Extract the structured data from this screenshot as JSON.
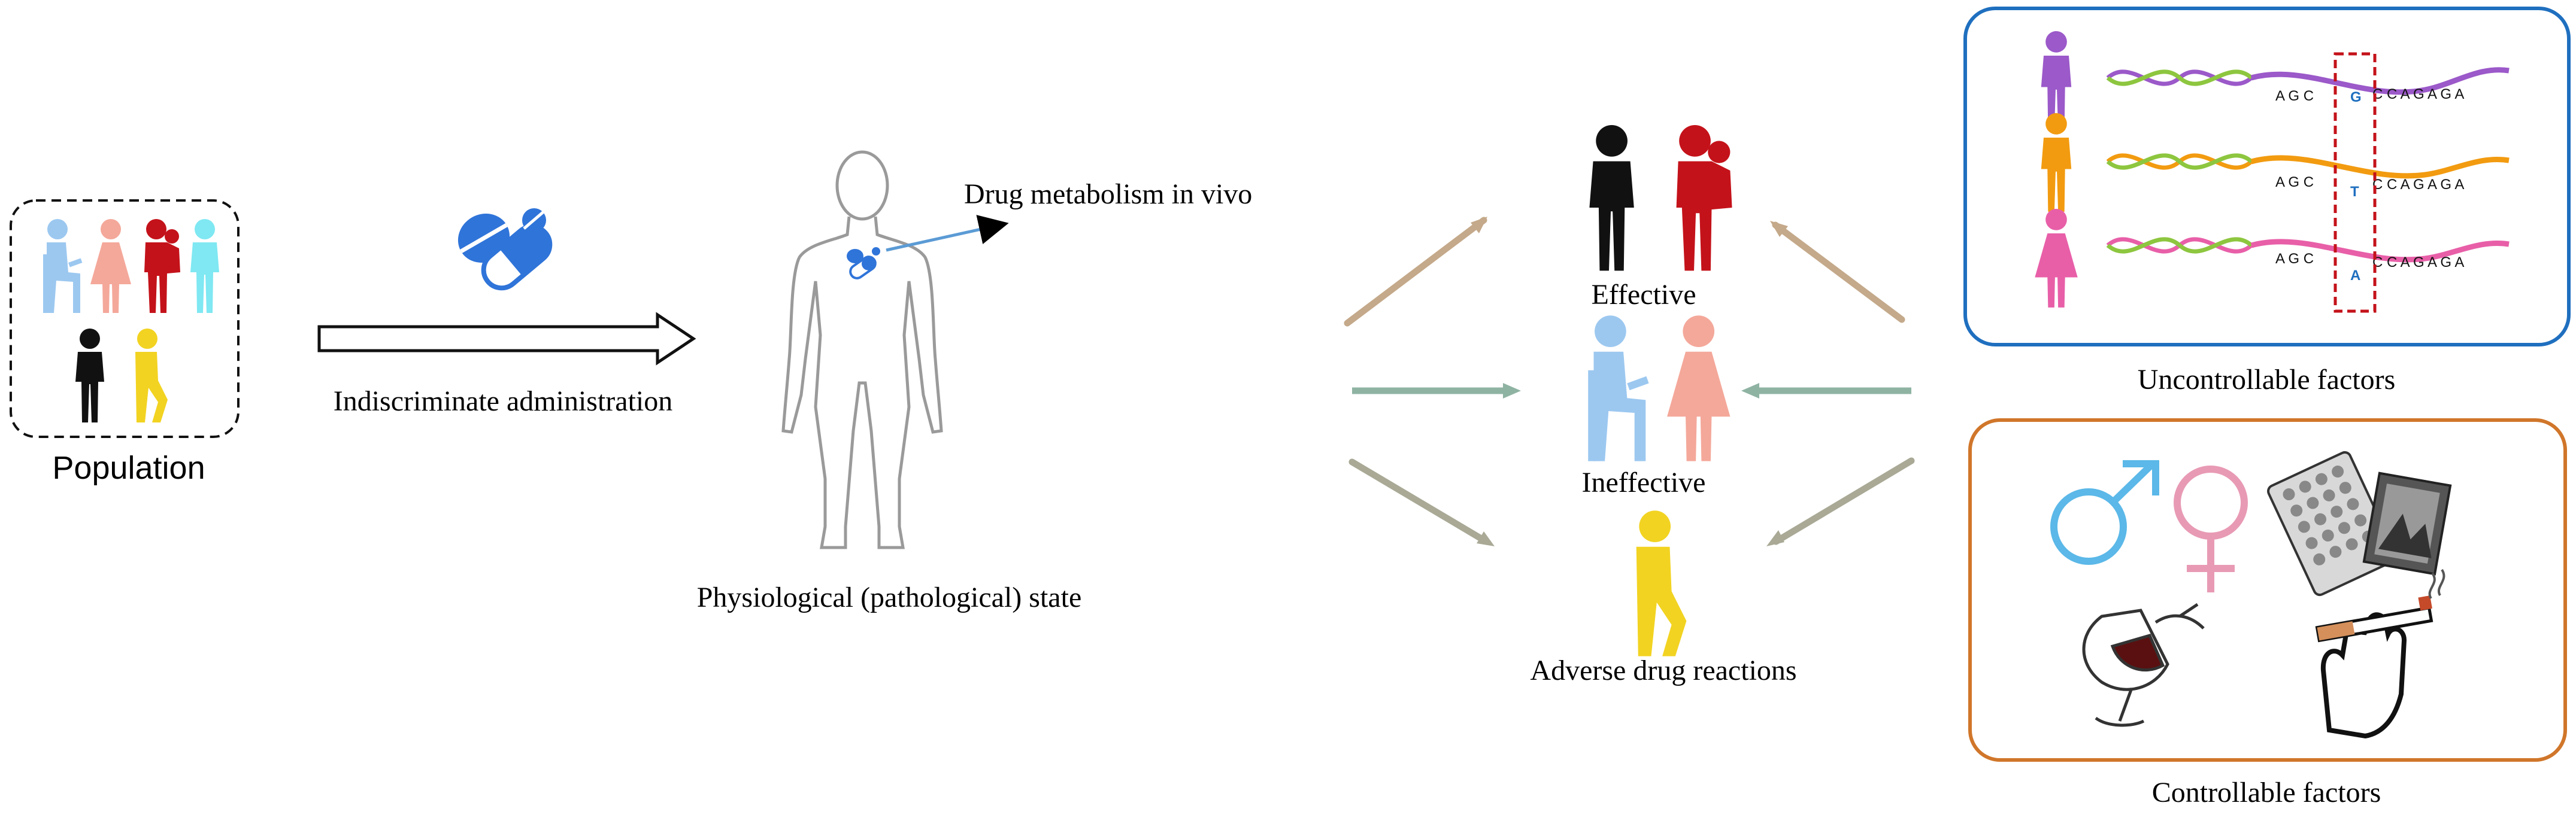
{
  "labels": {
    "population": "Population",
    "administration": "Indiscriminate administration",
    "metabolism": "Drug metabolism in vivo",
    "state": "Physiological (pathological) state",
    "effective": "Effective",
    "ineffective": "Ineffective",
    "adverse": "Adverse drug reactions",
    "uncontrollable": "Uncontrollable factors",
    "controllable": "Controllable factors"
  },
  "gene_sequences": [
    {
      "prefix": "A G C",
      "variant": "G",
      "suffix": "C C A G A G A"
    },
    {
      "prefix": "A G C",
      "variant": "T",
      "suffix": "C C A G A G A"
    },
    {
      "prefix": "A G C",
      "variant": "A",
      "suffix": "C C A G A G A"
    }
  ],
  "colors": {
    "person_blue": "#9cc8f0",
    "person_pink": "#f4a89a",
    "person_red": "#c4121a",
    "person_cyan": "#7fe8f2",
    "person_black": "#111111",
    "person_yellow": "#f2d321",
    "pill_blue": "#2f74d9",
    "arrow_effective": "#c4a98a",
    "arrow_ineffective": "#8fb3a3",
    "arrow_adverse": "#a9a996",
    "uncontrollable_border": "#1f6fbf",
    "controllable_border": "#d0762a",
    "variant_box": "#c4121a",
    "dna_purple": "#9b59c9",
    "dna_orange": "#f29b10",
    "dna_pink": "#e85fa8",
    "dna_green": "#8dc63f"
  },
  "icons": [
    "pill-icon",
    "human-silhouette-icon",
    "male-symbol-icon",
    "female-symbol-icon",
    "medicine-blister-icon",
    "wine-glass-icon",
    "cigarette-icon",
    "dna-helix-icon"
  ]
}
